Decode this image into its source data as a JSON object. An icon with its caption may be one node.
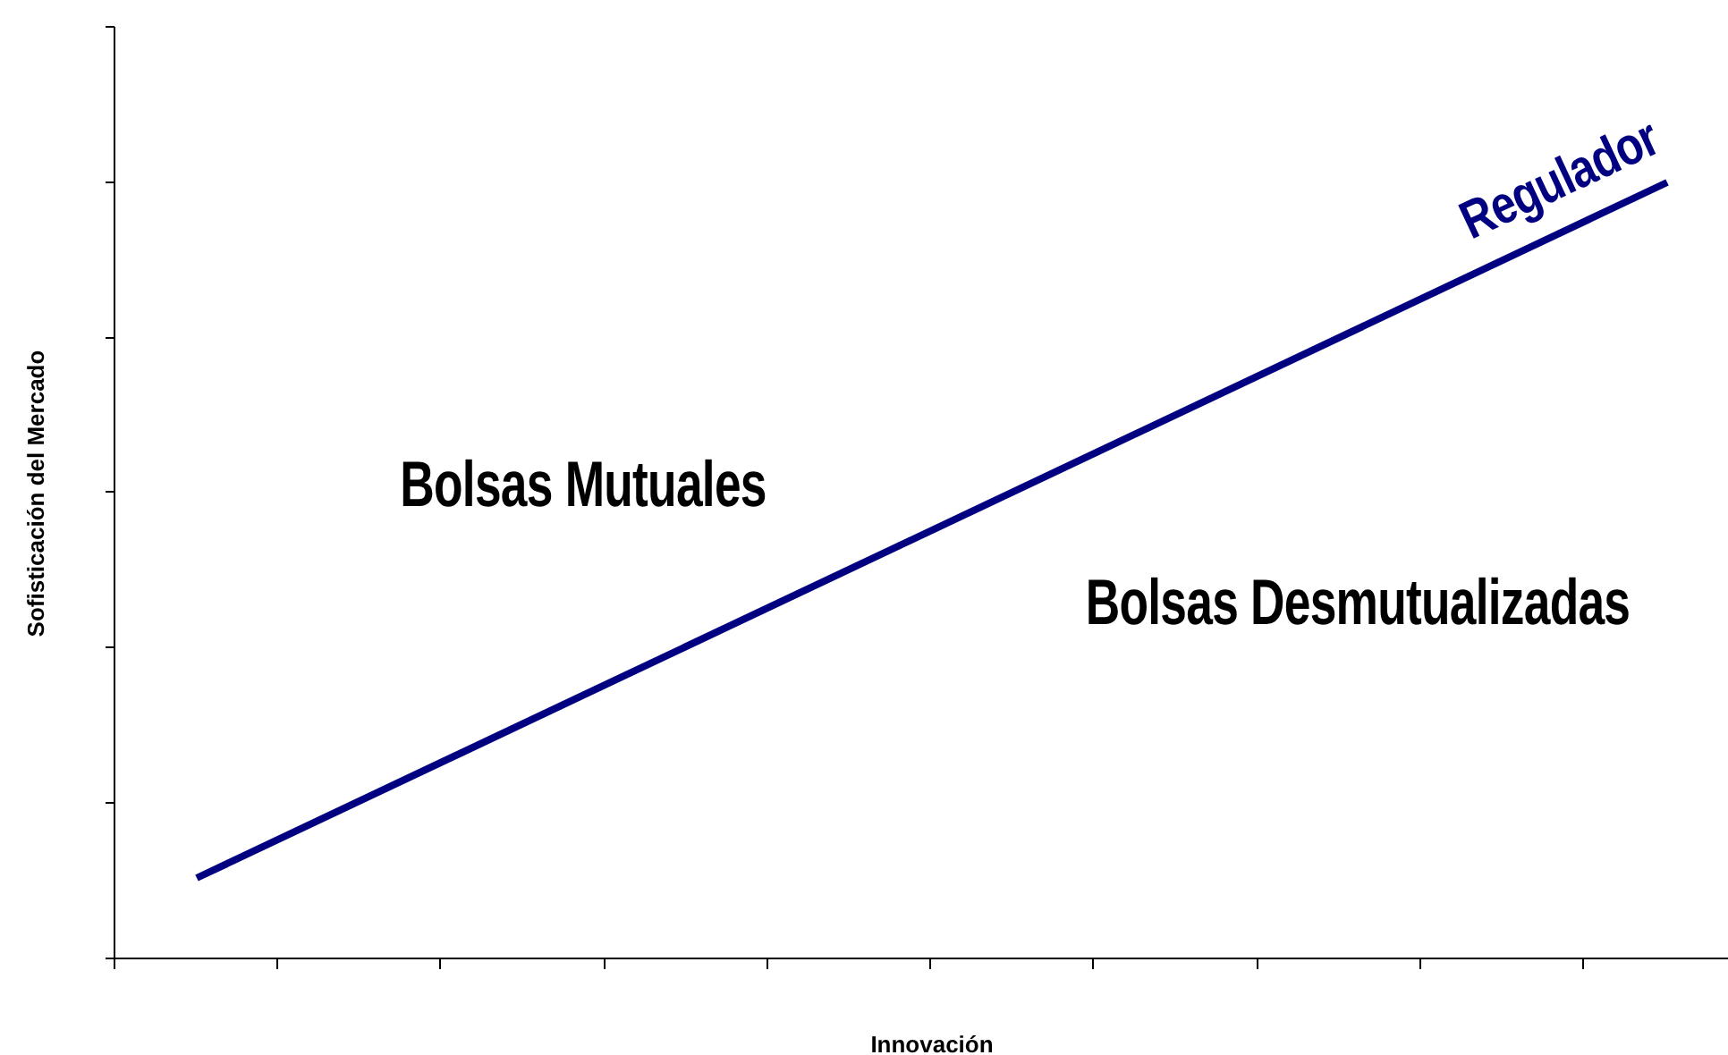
{
  "diagram": {
    "labels": [
      "Regulador",
      "Bolsas Mutuales",
      "Bolsas Desmutualizadas",
      "Sofisticación del Mercado",
      "Innovación"
    ]
  }
}
